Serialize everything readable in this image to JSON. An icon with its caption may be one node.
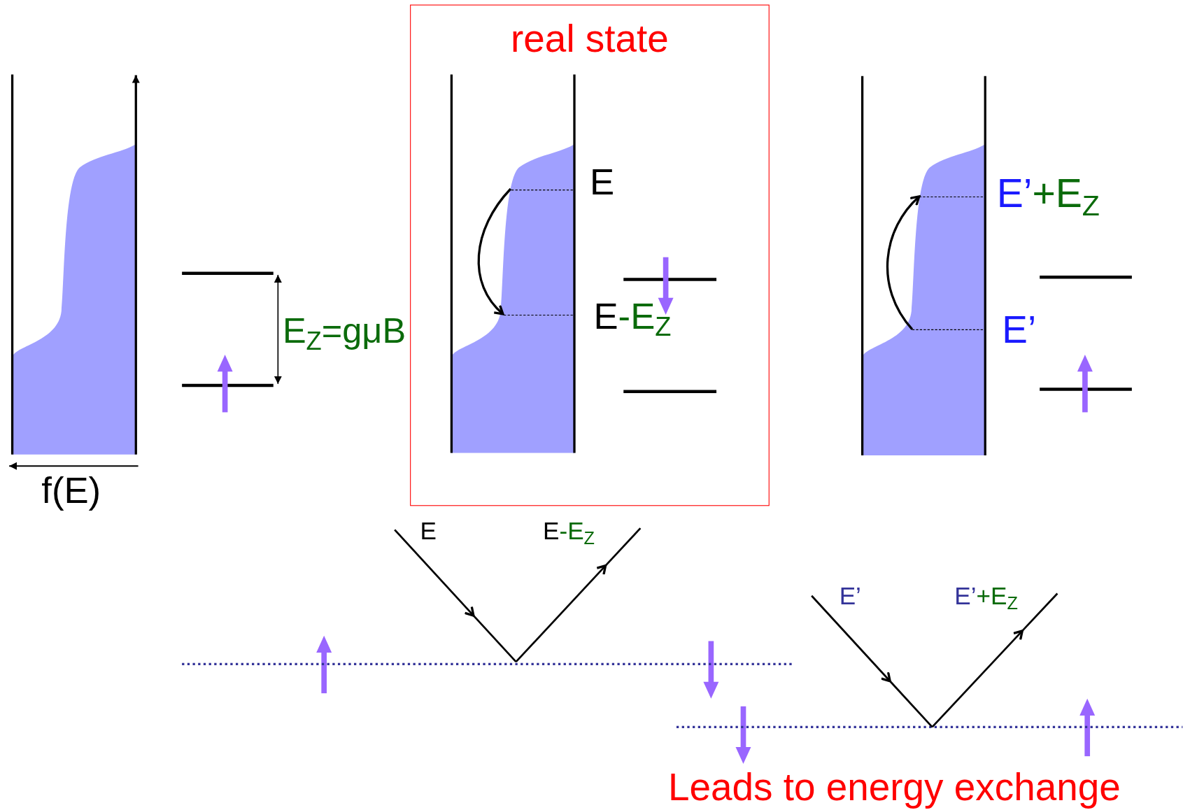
{
  "diagram": {
    "nodes": [
      {
        "text": [
          "real state"
        ]
      },
      {
        "text": [
          "E"
        ],
        "in": 0
      },
      {
        "text": [
          "E-E$_{Z}$"
        ],
        "in": 0
      },
      {
        "text": [
          "E’"
        ]
      },
      {
        "text": [
          "E’+E$_{Z}$"
        ]
      }
    ],
    "edges": [
      {
        "from": 1,
        "to": 2,
        "arrow": "to"
      },
      {
        "from": 3,
        "to": 4,
        "arrow": "to"
      }
    ],
    "labels": [
      "E$_{Z}$=gμB",
      "f(E)",
      "E",
      "E-E$_{Z}$",
      "E’",
      "E’+E$_{Z}$",
      "Leads to energy exchange"
    ]
  }
}
